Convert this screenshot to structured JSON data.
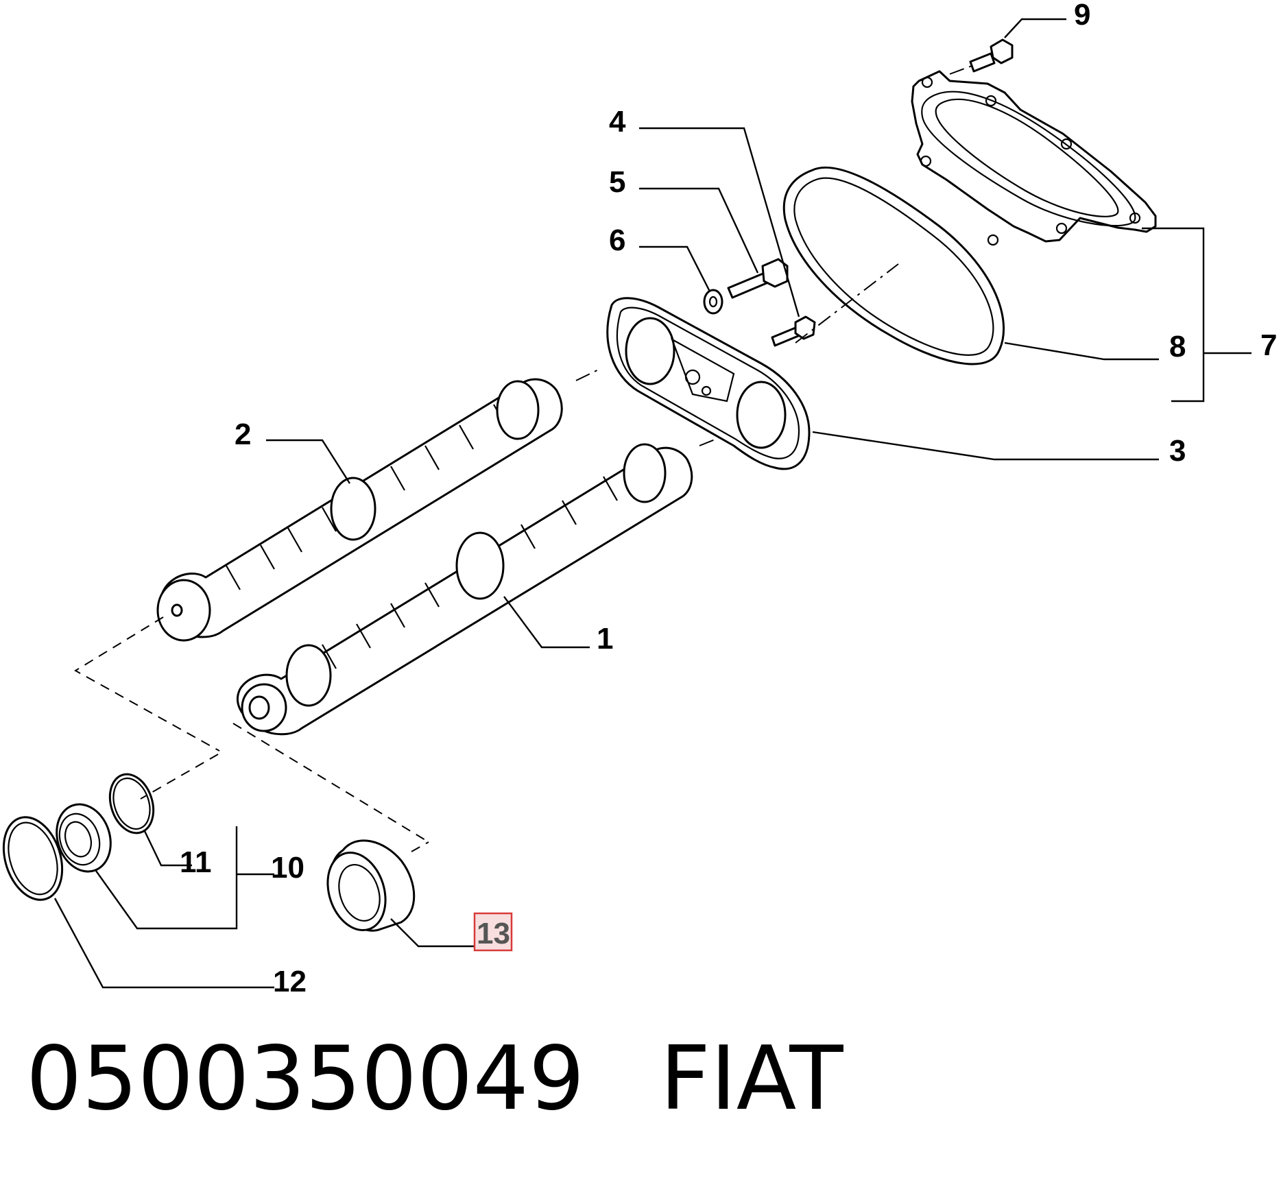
{
  "diagram": {
    "callouts": [
      {
        "id": "c1",
        "text": "1"
      },
      {
        "id": "c2",
        "text": "2"
      },
      {
        "id": "c3",
        "text": "3"
      },
      {
        "id": "c4",
        "text": "4"
      },
      {
        "id": "c5",
        "text": "5"
      },
      {
        "id": "c6",
        "text": "6"
      },
      {
        "id": "c7",
        "text": "7"
      },
      {
        "id": "c8",
        "text": "8"
      },
      {
        "id": "c9",
        "text": "9"
      },
      {
        "id": "c10",
        "text": "10"
      },
      {
        "id": "c11",
        "text": "11"
      },
      {
        "id": "c12",
        "text": "12"
      },
      {
        "id": "c13",
        "text": "13"
      }
    ],
    "highlighted_callout": "13",
    "highlight_color": "#d83a3a"
  },
  "footer": {
    "part_number": "0500350049",
    "brand": "FIAT"
  }
}
